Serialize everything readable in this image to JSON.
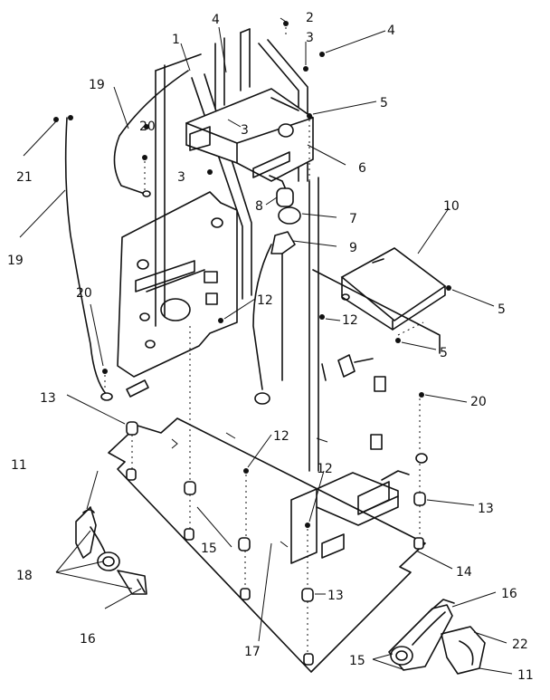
{
  "callouts": [
    {
      "id": "c1",
      "text": "1"
    },
    {
      "id": "c2",
      "text": "2"
    },
    {
      "id": "c3a",
      "text": "3"
    },
    {
      "id": "c3b",
      "text": "3"
    },
    {
      "id": "c3c",
      "text": "3"
    },
    {
      "id": "c4a",
      "text": "4"
    },
    {
      "id": "c4b",
      "text": "4"
    },
    {
      "id": "c5a",
      "text": "5"
    },
    {
      "id": "c5b",
      "text": "5"
    },
    {
      "id": "c5c",
      "text": "5"
    },
    {
      "id": "c6",
      "text": "6"
    },
    {
      "id": "c7",
      "text": "7"
    },
    {
      "id": "c8",
      "text": "8"
    },
    {
      "id": "c9",
      "text": "9"
    },
    {
      "id": "c10",
      "text": "10"
    },
    {
      "id": "c11a",
      "text": "11"
    },
    {
      "id": "c11b",
      "text": "11"
    },
    {
      "id": "c12a",
      "text": "12"
    },
    {
      "id": "c12b",
      "text": "12"
    },
    {
      "id": "c12c",
      "text": "12"
    },
    {
      "id": "c12d",
      "text": "12"
    },
    {
      "id": "c13a",
      "text": "13"
    },
    {
      "id": "c13b",
      "text": "13"
    },
    {
      "id": "c13c",
      "text": "13"
    },
    {
      "id": "c14",
      "text": "14"
    },
    {
      "id": "c15a",
      "text": "15"
    },
    {
      "id": "c15b",
      "text": "15"
    },
    {
      "id": "c16a",
      "text": "16"
    },
    {
      "id": "c16b",
      "text": "16"
    },
    {
      "id": "c17",
      "text": "17"
    },
    {
      "id": "c18",
      "text": "18"
    },
    {
      "id": "c19a",
      "text": "19"
    },
    {
      "id": "c19b",
      "text": "19"
    },
    {
      "id": "c20a",
      "text": "20"
    },
    {
      "id": "c20b",
      "text": "20"
    },
    {
      "id": "c20c",
      "text": "20"
    },
    {
      "id": "c21",
      "text": "21"
    },
    {
      "id": "c22",
      "text": "22"
    }
  ]
}
